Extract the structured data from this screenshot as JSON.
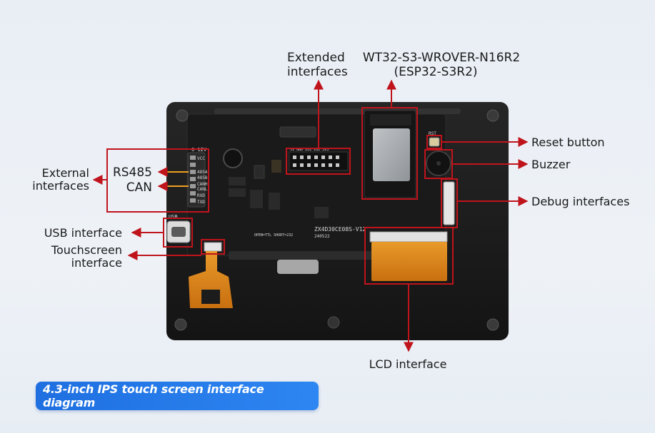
{
  "labels": {
    "extended_1": "Extended",
    "extended_2": "interfaces",
    "module_1": "WT32-S3-WROVER-N16R2",
    "module_2": "(ESP32-S3R2)",
    "reset": "Reset button",
    "buzzer": "Buzzer",
    "debug": "Debug interfaces",
    "external_1": "External",
    "external_2": "interfaces",
    "rs485": "RS485",
    "can": "CAN",
    "usb": "USB interface",
    "touch_1": "Touchscreen",
    "touch_2": "interface",
    "lcd": "LCD interface"
  },
  "silkscreen": {
    "board_id": "ZX4D30CE08S-V12",
    "date": "240522",
    "pins": [
      "6-12V",
      "VCC",
      "485A",
      "485B",
      "CANH",
      "CANL",
      "RXD",
      "TXD"
    ],
    "rst": "RST",
    "usb": "USB",
    "io_header": "5V GND IO1 IO2 3V3",
    "notes": "OPEN=TTL  SHORT=232"
  },
  "caption": "4.3-inch IPS touch screen interface diagram",
  "colors": {
    "annotation": "#c0141c",
    "board": "#1c1c1c",
    "badge": "#2d86f2"
  }
}
